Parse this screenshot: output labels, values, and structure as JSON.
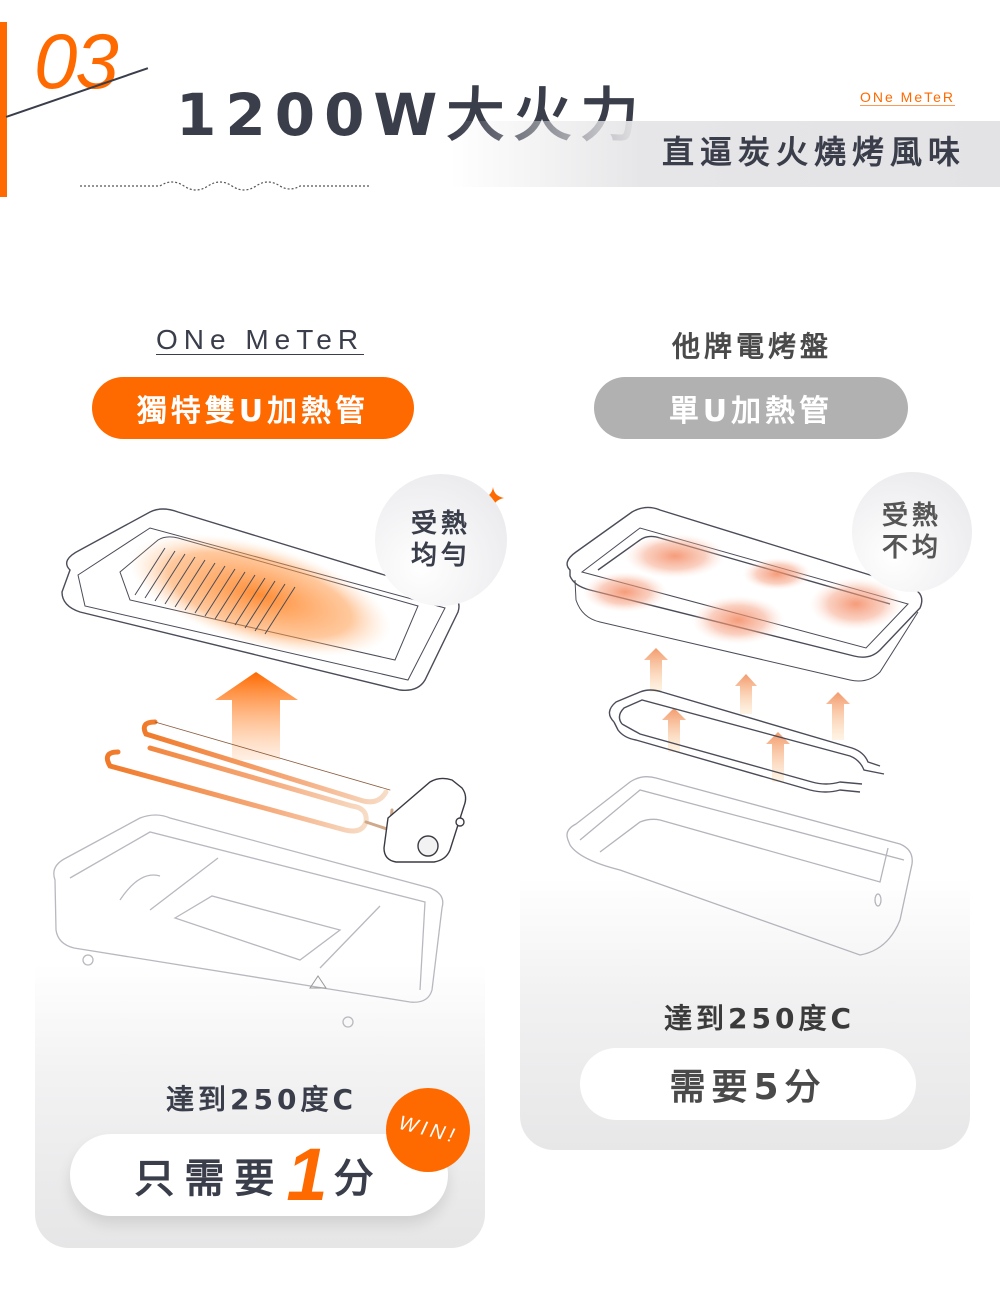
{
  "header": {
    "section_number": "03",
    "headline": "1200W大火力",
    "brand_small": "ONe MeTeR",
    "tagline": "直逼炭火燒烤風味"
  },
  "colors": {
    "accent": "#ff6a00",
    "text_dark": "#3a3d4a",
    "pill_gray": "#b1b1b1",
    "panel_gray": "#e6e6e7"
  },
  "left_panel": {
    "brand": "ONe MeTeR",
    "feature_pill": "獨特雙U加熱管",
    "bubble_line1": "受熱",
    "bubble_line2": "均勻",
    "reach_temp": "達到250度C",
    "result_prefix": "只需要",
    "result_number": "1",
    "result_suffix": "分",
    "badge": "WIN!",
    "icons": [
      "sparkle-icon",
      "heat-arrow-icon",
      "double-u-heating-tube",
      "grill-plate",
      "base-tray"
    ]
  },
  "right_panel": {
    "title": "他牌電烤盤",
    "feature_pill": "單U加熱管",
    "bubble_line1": "受熱",
    "bubble_line2": "不均",
    "reach_temp": "達到250度C",
    "result": "需要5分",
    "icons": [
      "heat-arrow-icon",
      "single-u-heating-tube",
      "grill-plate",
      "base-tray"
    ]
  }
}
